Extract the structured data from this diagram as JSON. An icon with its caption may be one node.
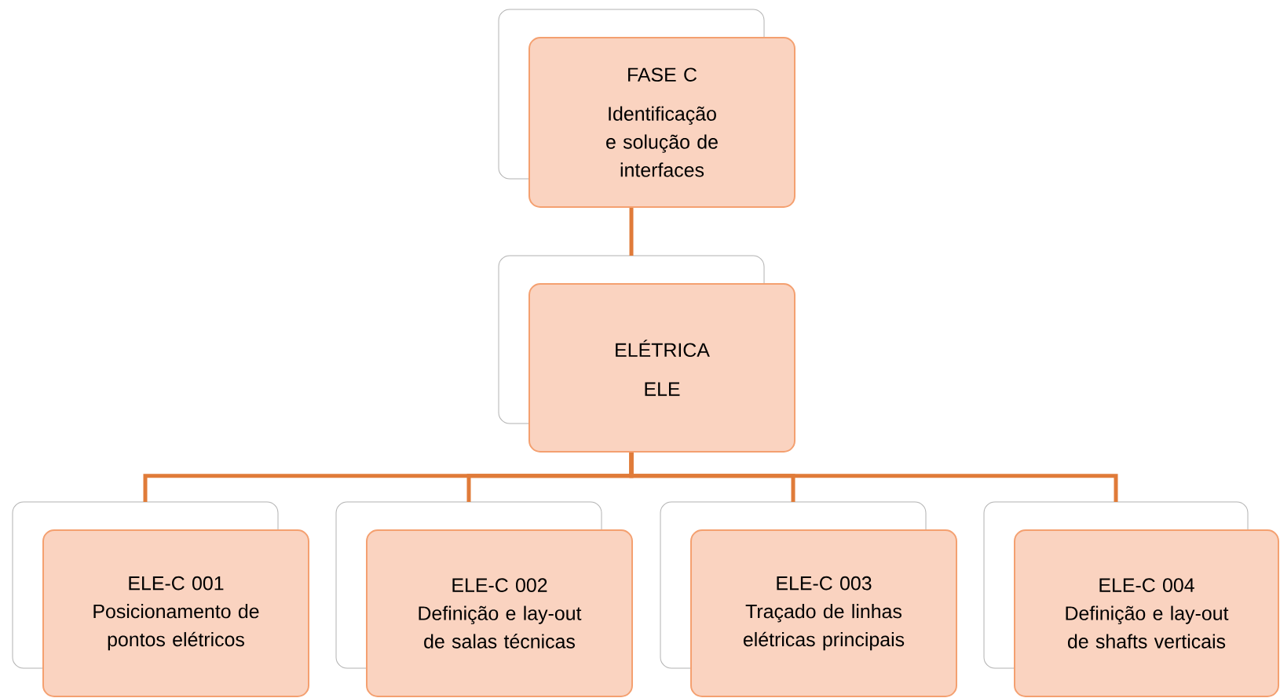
{
  "diagram": {
    "nodes": [
      {
        "text": [
          "FASE C",
          "Identificação e solução de interfaces"
        ]
      },
      {
        "text": [
          "ELÉTRICA",
          "ELE"
        ]
      },
      {
        "text": [
          "ELE-C 001",
          "Posicionamento de pontos elétricos"
        ]
      },
      {
        "text": [
          "ELE-C 002",
          "Definição e lay-out de salas técnicas"
        ]
      },
      {
        "text": [
          "ELE-C 003",
          "Traçado de linhas elétricas principais"
        ]
      },
      {
        "text": [
          "ELE-C 004",
          "Definição e lay-out de shafts verticais"
        ]
      }
    ],
    "edges": [
      {
        "from": 0,
        "to": 1,
        "arrow": "none"
      },
      {
        "from": 1,
        "to": 2,
        "arrow": "none"
      },
      {
        "from": 1,
        "to": 3,
        "arrow": "none"
      },
      {
        "from": 1,
        "to": 4,
        "arrow": "none"
      },
      {
        "from": 1,
        "to": 5,
        "arrow": "none"
      }
    ]
  }
}
